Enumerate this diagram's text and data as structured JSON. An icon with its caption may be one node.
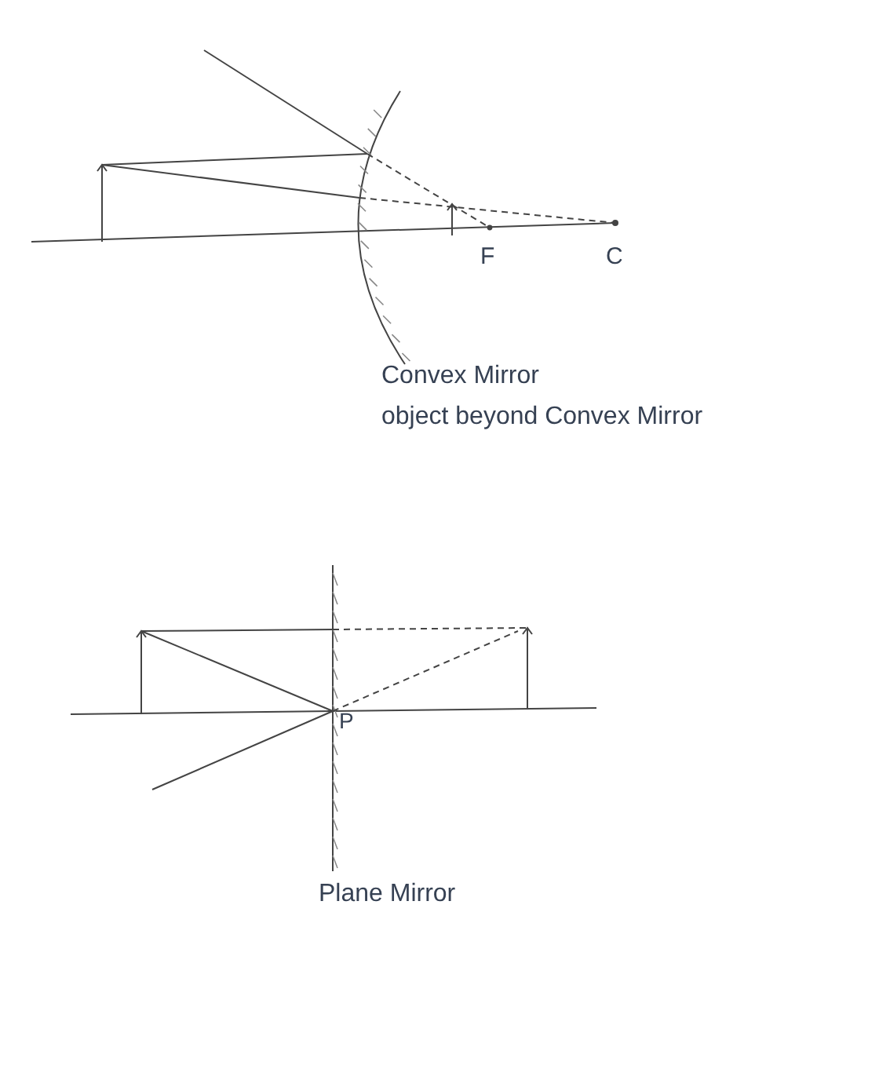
{
  "diagram": {
    "labels": [
      "F",
      "C",
      "Convex Mirror",
      "object beyond Convex Mirror",
      "P",
      "Plane Mirror"
    ]
  }
}
